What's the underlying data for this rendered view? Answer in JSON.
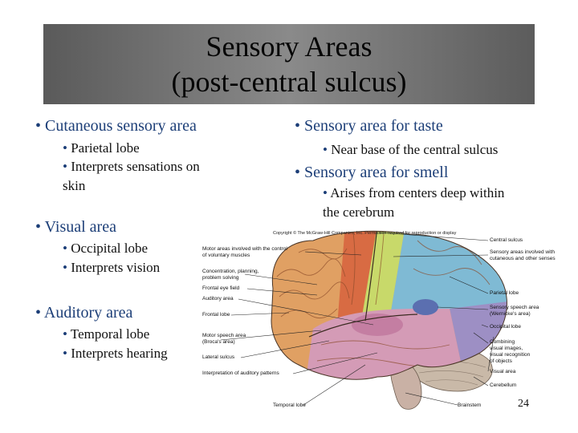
{
  "title": {
    "line1": "Sensory Areas",
    "line2": "(post-central sulcus)"
  },
  "left_column": [
    {
      "heading": "Cutaneous sensory area",
      "items": [
        "Parietal lobe",
        "Interprets sensations on",
        "skin"
      ]
    },
    {
      "heading": "Visual area",
      "items": [
        "Occipital lobe",
        "Interprets vision"
      ]
    },
    {
      "heading": "Auditory area",
      "items": [
        "Temporal lobe",
        "Interprets hearing"
      ]
    }
  ],
  "right_column": [
    {
      "heading": "Sensory area for taste",
      "items": [
        "Near base of the central sulcus"
      ]
    },
    {
      "heading": "Sensory area for smell",
      "items": [
        "Arises from centers deep within",
        "the cerebrum"
      ]
    }
  ],
  "figure": {
    "copyright": "Copyright © The McGraw-Hill Companies, Inc. Permission required for reproduction or display",
    "labels_left": [
      "Motor areas involved with the control",
      "of voluntary muscles",
      "Concentration, planning,",
      "problem solving",
      "Frontal eye field",
      "Auditory area",
      "Frontal lobe",
      "Motor speech area",
      "(Broca's area)",
      "Lateral sulcus",
      "Interpretation of auditory patterns",
      "Temporal lobe",
      "Brainstem"
    ],
    "labels_right": [
      "Central sulcus",
      "Sensory areas involved with",
      "cutaneous and other senses",
      "Parietal lobe",
      "Sensory speech area",
      "(Wernicke's area)",
      "Occipital lobe",
      "Combining",
      "visual images,",
      "visual recognition",
      "of objects",
      "Visual area",
      "Cerebellum"
    ]
  },
  "page_number": "24",
  "colors": {
    "bullet_text": "#1d3f78",
    "frontal": "#e0a063",
    "motor": "#d86b43",
    "sensory": "#c8d96a",
    "parietal": "#7fbad4",
    "occipital": "#9d8fc4",
    "temporal": "#d49bb6",
    "cerebellum": "#c9b9a8",
    "brainstem": "#c9b1a5"
  }
}
